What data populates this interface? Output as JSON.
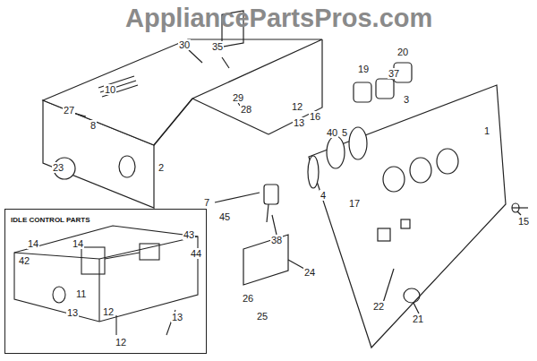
{
  "diagram": {
    "nodes": [
      {
        "text": [
          "IDLE CONTROL PARTS"
        ]
      }
    ],
    "labels": [
      "AppliancePartsPros.com",
      "30",
      "35",
      "10",
      "29",
      "28",
      "27",
      "8",
      "23",
      "2",
      "1",
      "12",
      "16",
      "13",
      "19",
      "37",
      "20",
      "3",
      "40",
      "5",
      "7",
      "4",
      "17",
      "15",
      "38",
      "24",
      "26",
      "25",
      "22",
      "21",
      "45",
      "14",
      "14",
      "42",
      "43",
      "44",
      "11",
      "13",
      "12",
      "13",
      "12"
    ]
  }
}
